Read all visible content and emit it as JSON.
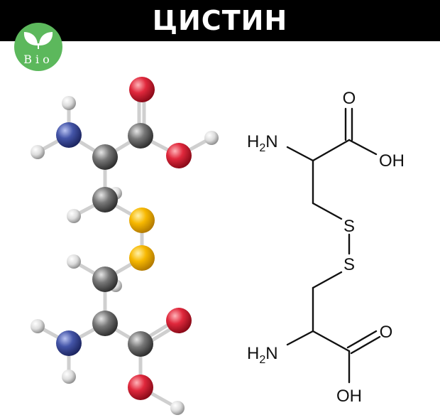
{
  "header": {
    "title": "ЦИСТИН",
    "logo_text": "Bio"
  },
  "colors": {
    "banner": "#000000",
    "logo_green": "#5cb85c",
    "oxygen": "#d7263d",
    "nitrogen": "#3b4a9e",
    "carbon": "#6e6e6e",
    "sulfur": "#f5b400",
    "hydrogen": "#e8e8e8"
  },
  "formula": {
    "top_amine_h": "H",
    "top_amine_sub": "2",
    "top_amine_n": "N",
    "top_carbonyl_o": "O",
    "top_hydroxyl": "OH",
    "sulfur_1": "S",
    "sulfur_2": "S",
    "bottom_amine_h": "H",
    "bottom_amine_sub": "2",
    "bottom_amine_n": "N",
    "bottom_carbonyl_o": "O",
    "bottom_hydroxyl": "OH"
  }
}
